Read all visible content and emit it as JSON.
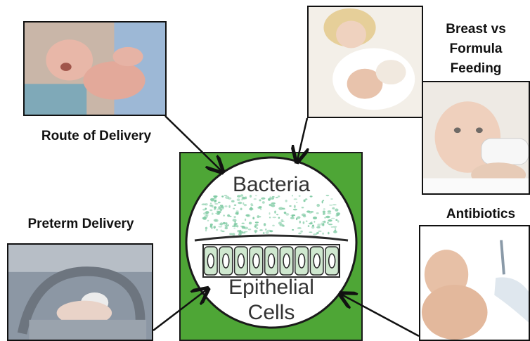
{
  "labels": {
    "route_of_delivery": "Route of Delivery",
    "breast_vs_formula": [
      "Breast vs",
      "Formula",
      "Feeding"
    ],
    "preterm_delivery": "Preterm Delivery",
    "antibiotics": "Antibiotics"
  },
  "center": {
    "bacteria": "Bacteria",
    "epithelial": [
      "Epithelial",
      "Cells"
    ]
  },
  "colors": {
    "center_background": "#4ea636",
    "bacteria_green": "#7cc9a1"
  }
}
